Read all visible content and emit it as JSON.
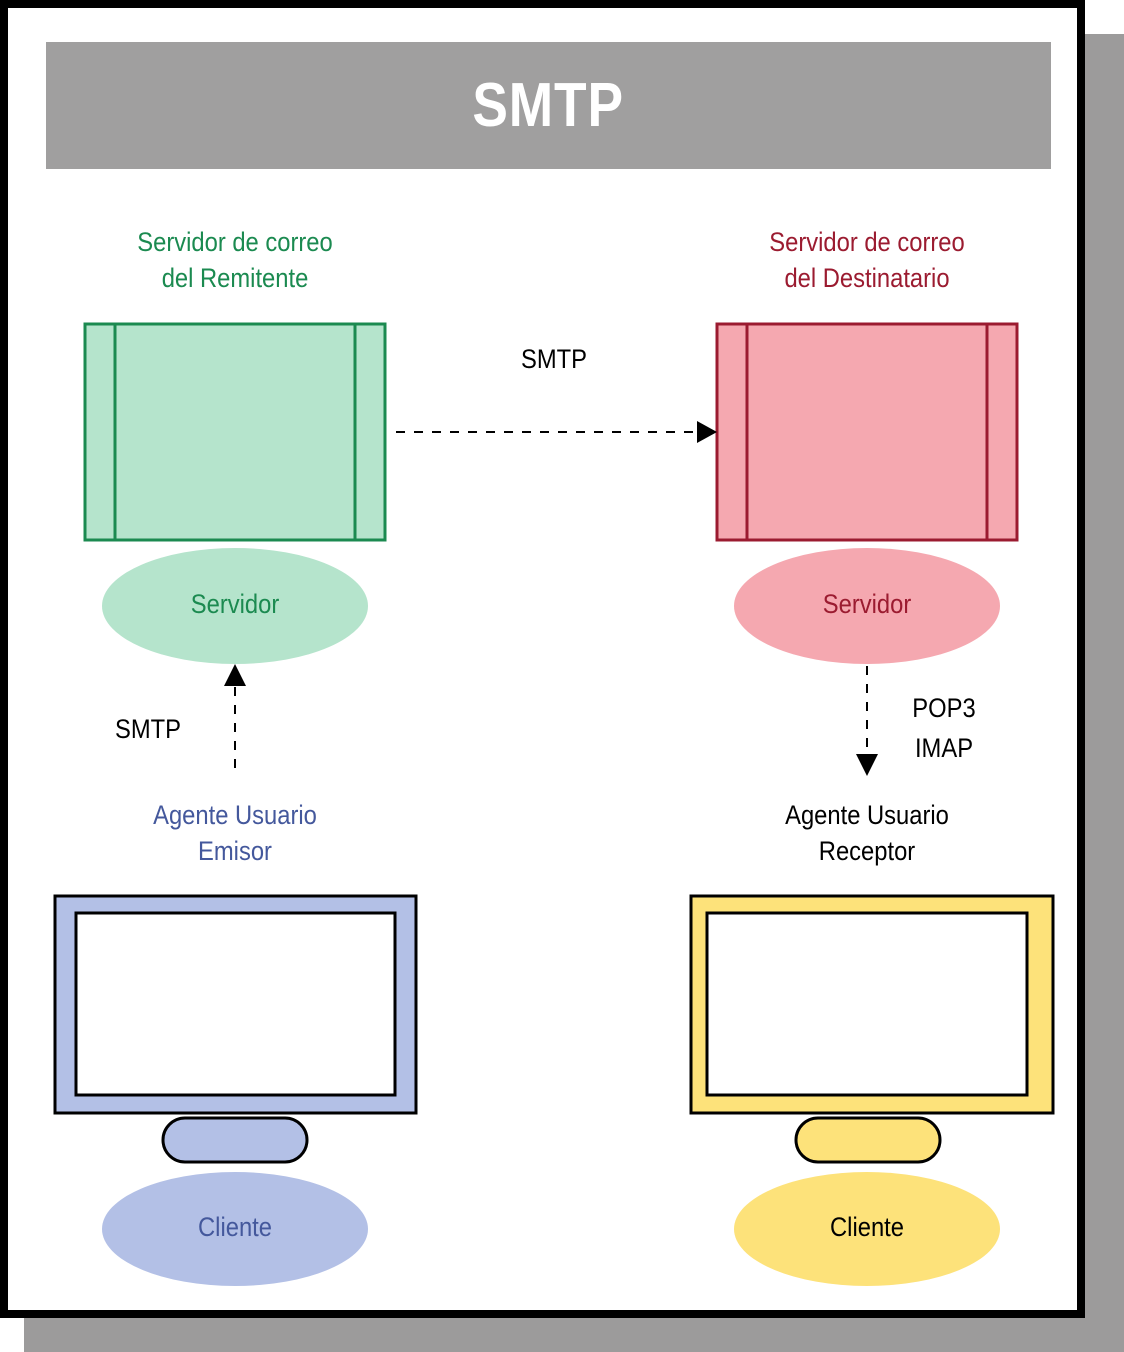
{
  "title": "SMTP",
  "sender_server": {
    "label_line1": "Servidor de correo",
    "label_line2": "del Remitente",
    "ellipse_label": "Servidor",
    "color_text": "#1b8a50",
    "color_fill": "#b5e4cc",
    "color_stroke": "#1b8a50"
  },
  "receiver_server": {
    "label_line1": "Servidor de correo",
    "label_line2": "del Destinatario",
    "ellipse_label": "Servidor",
    "color_text": "#9b1b30",
    "color_fill": "#f5a8b0",
    "color_stroke": "#9b1b30"
  },
  "server_link_label": "SMTP",
  "sender_link_label": "SMTP",
  "receiver_link_label_line1": "POP3",
  "receiver_link_label_line2": "IMAP",
  "sender_agent": {
    "label_line1": "Agente Usuario",
    "label_line2": "Emisor",
    "ellipse_label": "Cliente",
    "color_text": "#44589c",
    "color_fill": "#b3c0e6"
  },
  "receiver_agent": {
    "label_line1": "Agente Usuario",
    "label_line2": "Receptor",
    "ellipse_label": "Cliente",
    "color_text": "#000000",
    "color_fill": "#fde27a"
  }
}
